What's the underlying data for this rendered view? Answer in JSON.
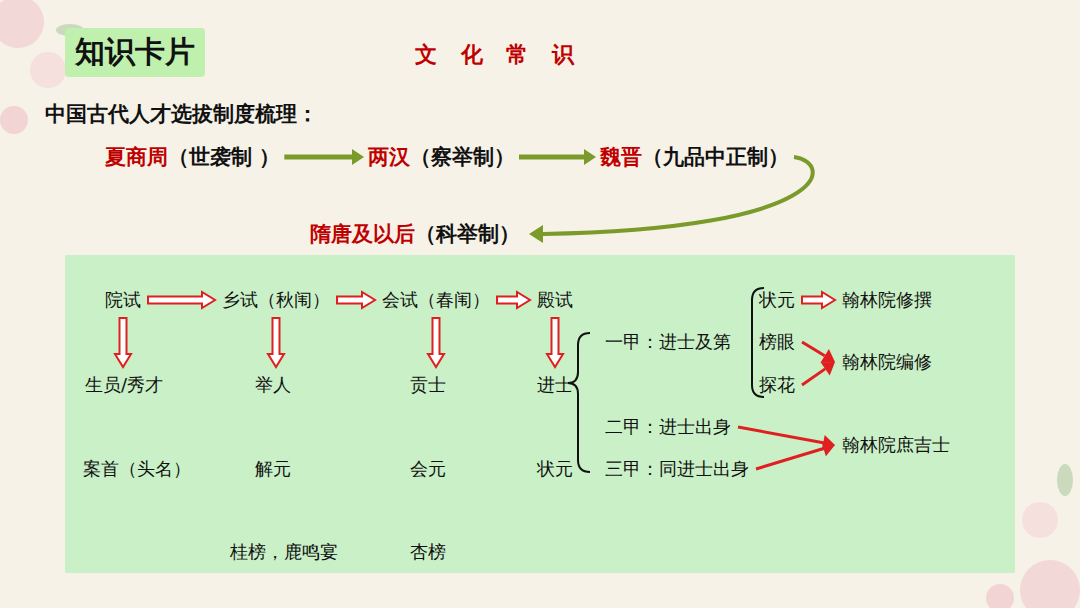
{
  "diagram": {
    "title": "中国古代人才选拔制度梳理：",
    "nodes": [
      {
        "text": [
          "知识卡片"
        ]
      },
      {
        "text": [
          "夏商周",
          "（世袭制 ）"
        ]
      },
      {
        "text": [
          "两汉",
          "（察举制）"
        ]
      },
      {
        "text": [
          "魏晋",
          "（九品中正制）"
        ]
      },
      {
        "text": [
          "隋唐及以后",
          "（科举制）"
        ]
      },
      {
        "text": [
          "院试"
        ]
      },
      {
        "text": [
          "乡试（秋闱）"
        ]
      },
      {
        "text": [
          "会试（春闱）"
        ]
      },
      {
        "text": [
          "殿试"
        ]
      },
      {
        "text": [
          "生员/秀才"
        ]
      },
      {
        "text": [
          "举人"
        ]
      },
      {
        "text": [
          "贡士"
        ]
      },
      {
        "text": [
          "进士"
        ]
      },
      {
        "text": [
          "一甲：进士及第"
        ]
      },
      {
        "text": [
          "二甲：进士出身"
        ]
      },
      {
        "text": [
          "三甲：同进士出身"
        ]
      },
      {
        "text": [
          "状元"
        ]
      },
      {
        "text": [
          "榜眼"
        ]
      },
      {
        "text": [
          "探花"
        ]
      },
      {
        "text": [
          "翰林院修撰"
        ]
      },
      {
        "text": [
          "翰林院编修"
        ]
      },
      {
        "text": [
          "翰林院庶吉士"
        ]
      }
    ],
    "edges": [
      {
        "from": 1,
        "to": 2,
        "arrow": "to"
      },
      {
        "from": 2,
        "to": 3,
        "arrow": "to"
      },
      {
        "from": 3,
        "to": 4,
        "arrow": "to"
      },
      {
        "from": 5,
        "to": 6,
        "arrow": "to"
      },
      {
        "from": 6,
        "to": 7,
        "arrow": "to"
      },
      {
        "from": 7,
        "to": 8,
        "arrow": "to"
      },
      {
        "from": 5,
        "to": 9,
        "arrow": "to"
      },
      {
        "from": 6,
        "to": 10,
        "arrow": "to"
      },
      {
        "from": 7,
        "to": 11,
        "arrow": "to"
      },
      {
        "from": 8,
        "to": 12,
        "arrow": "to"
      },
      {
        "from": 16,
        "to": 19,
        "arrow": "to"
      },
      {
        "from": 17,
        "to": 20,
        "arrow": "to"
      },
      {
        "from": 18,
        "to": 20,
        "arrow": "to"
      },
      {
        "from": 14,
        "to": 21,
        "arrow": "to"
      },
      {
        "from": 15,
        "to": 21,
        "arrow": "to"
      }
    ],
    "labels": [
      "文 化 常 识",
      "案首（头名）",
      "解元",
      "会元",
      "状元",
      "桂榜，鹿鸣宴",
      "杏榜"
    ]
  }
}
